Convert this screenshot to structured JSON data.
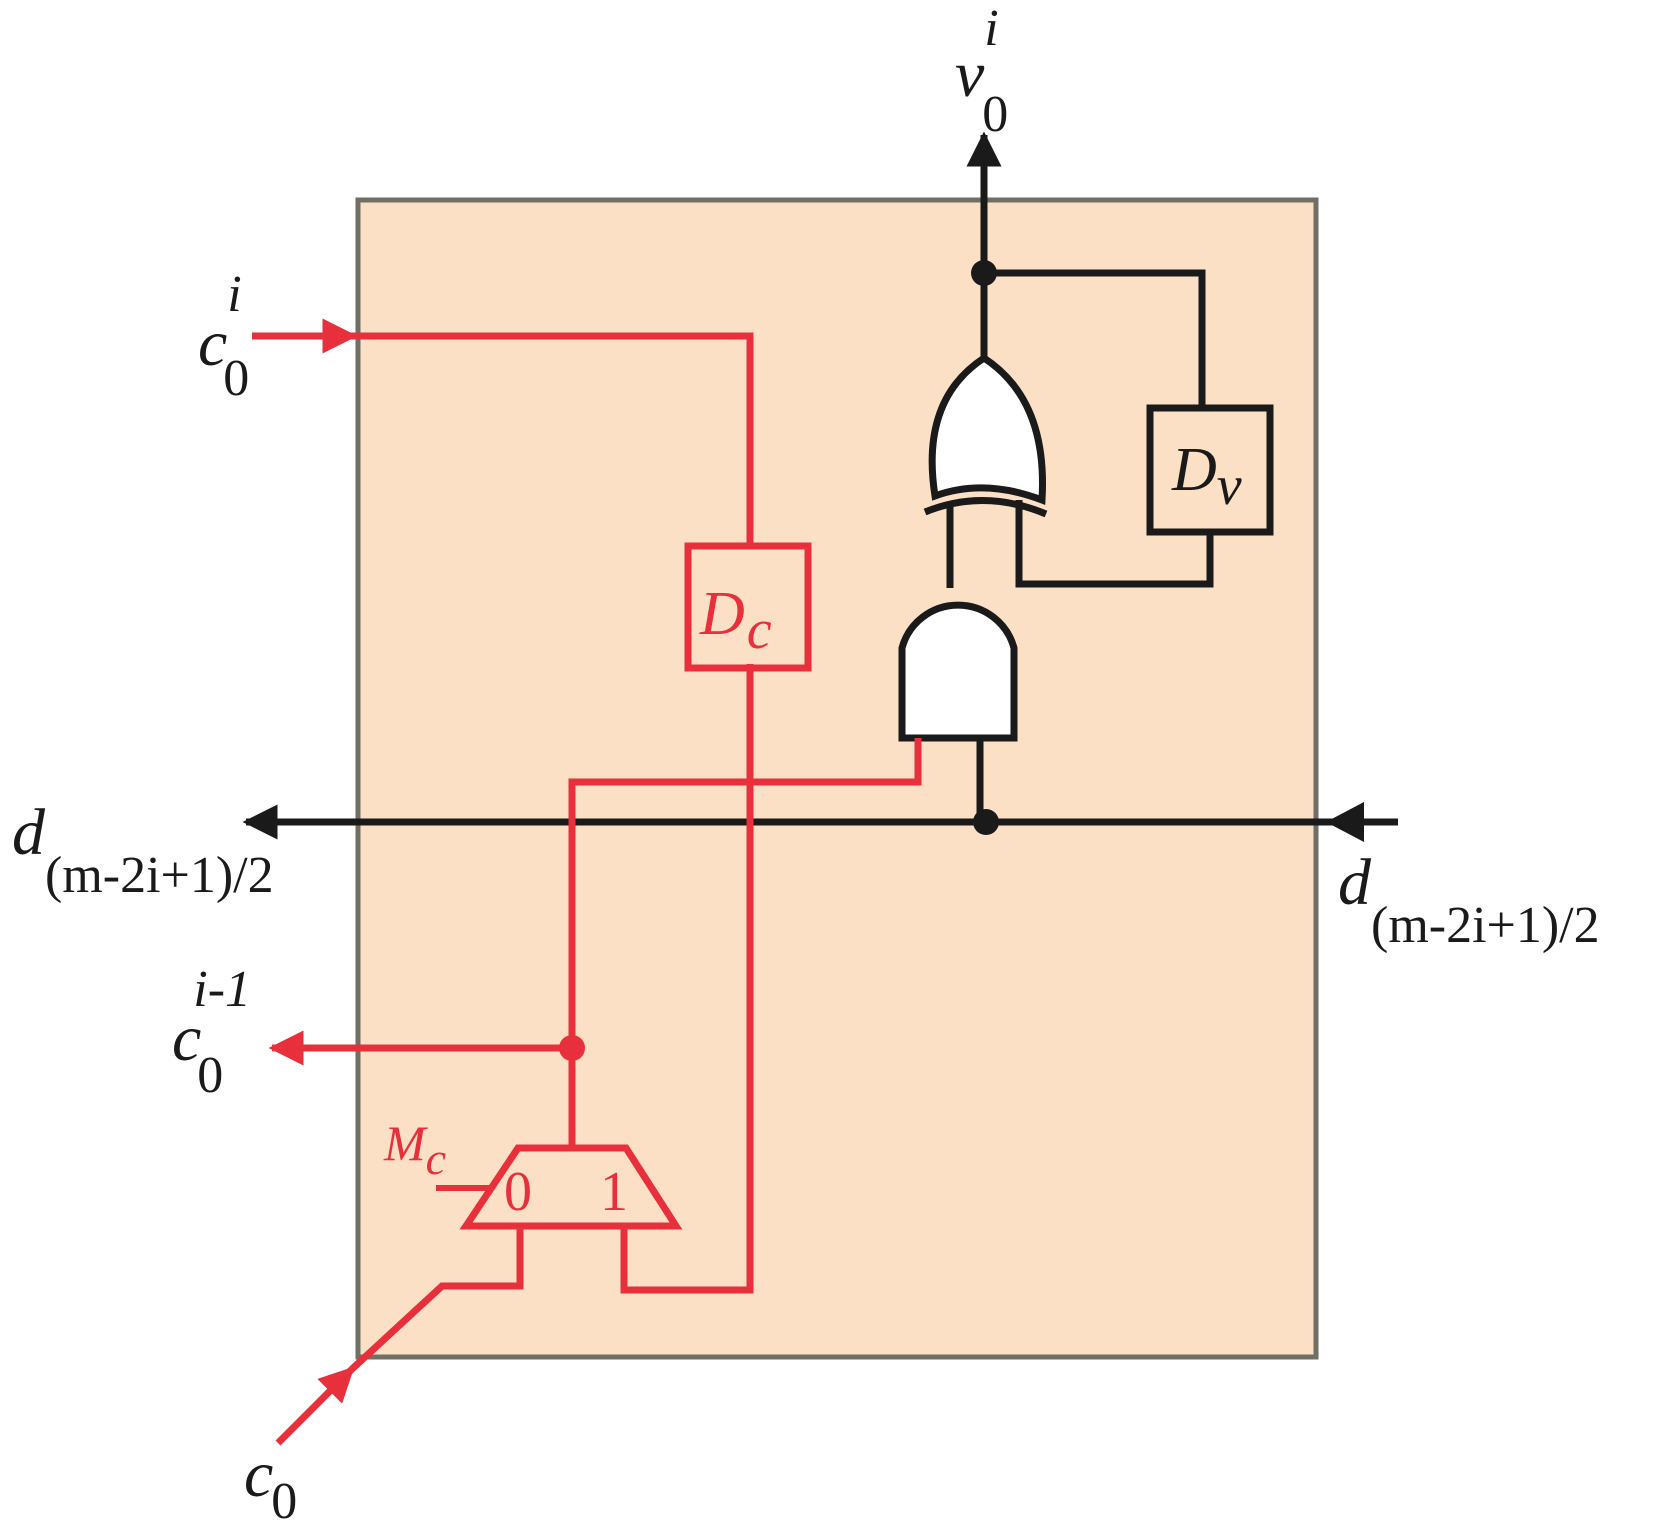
{
  "colors": {
    "cell_fill": "#fbe0c6",
    "cell_border": "#6f6f66",
    "black_wire": "#1a1a1a",
    "red_wire": "#e8303c",
    "gate_fill": "#ffffff"
  },
  "labels": {
    "v_out": {
      "base": "v",
      "sub": "0",
      "sup": "i"
    },
    "c_in": {
      "base": "c",
      "sub": "0",
      "sup": "i"
    },
    "c_out": {
      "base": "c",
      "sub": "0",
      "sup": "i-1"
    },
    "c0": {
      "base": "c",
      "sub": "0"
    },
    "d_left": {
      "base": "d",
      "sub": "(m-2i+1)/2"
    },
    "d_right": {
      "base": "d",
      "sub": "(m-2i+1)/2"
    },
    "dc": {
      "base": "D",
      "sub": "c"
    },
    "dv": {
      "base": "D",
      "sub": "v"
    },
    "mc": {
      "base": "M",
      "sub": "c"
    },
    "mux_in0": "0",
    "mux_in1": "1"
  }
}
